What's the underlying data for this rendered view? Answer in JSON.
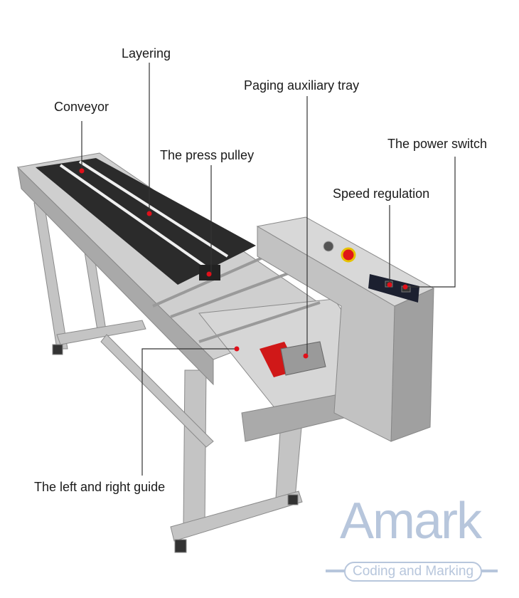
{
  "labels": {
    "layering": "Layering",
    "conveyor": "Conveyor",
    "press_pulley": "The press pulley",
    "paging_tray": "Paging auxiliary tray",
    "power_switch": "The power switch",
    "speed_regulation": "Speed regulation",
    "guide": "The left and right guide"
  },
  "logo": {
    "name": "Amark",
    "tagline": "Coding and Marking",
    "color": "#b7c6dc"
  },
  "colors": {
    "marker": "#e0101a",
    "callout_line": "#333333",
    "steel": "#b9b9b9",
    "belt": "#2b2b2b"
  }
}
